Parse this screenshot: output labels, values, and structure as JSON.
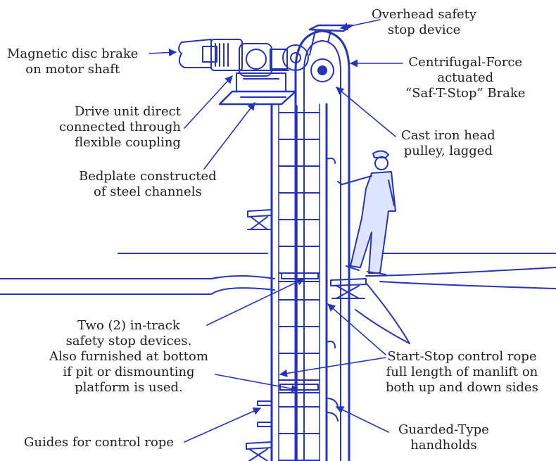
{
  "colors": {
    "ink": "#2734b8",
    "ink_light": "#dfe4ff",
    "text": "#1b1f23",
    "background": "#ffffff"
  },
  "labels": {
    "overhead_safety_stop": [
      "Overhead safety",
      "stop device"
    ],
    "magnetic_disc_brake": [
      "Magnetic disc brake",
      "on motor shaft"
    ],
    "centrifugal_brake": [
      "Centrifugal-Force",
      "actuated",
      "“Saf-T-Stop” Brake"
    ],
    "drive_unit": [
      "Drive unit direct",
      "connected through",
      "flexible coupling"
    ],
    "cast_iron_pulley": [
      "Cast iron head",
      "pulley, lagged"
    ],
    "bedplate": [
      "Bedplate constructed",
      "of steel channels"
    ],
    "in_track_stops": [
      "Two (2) in-track",
      "safety stop devices.",
      "Also furnished at bottom",
      "if pit or dismounting",
      "platform is used."
    ],
    "control_rope": [
      "Start-Stop control rope",
      "full length of manlift on",
      "both up and down sides"
    ],
    "guides": [
      "Guides for control rope"
    ],
    "handholds": [
      "Guarded-Type",
      "handholds"
    ]
  }
}
